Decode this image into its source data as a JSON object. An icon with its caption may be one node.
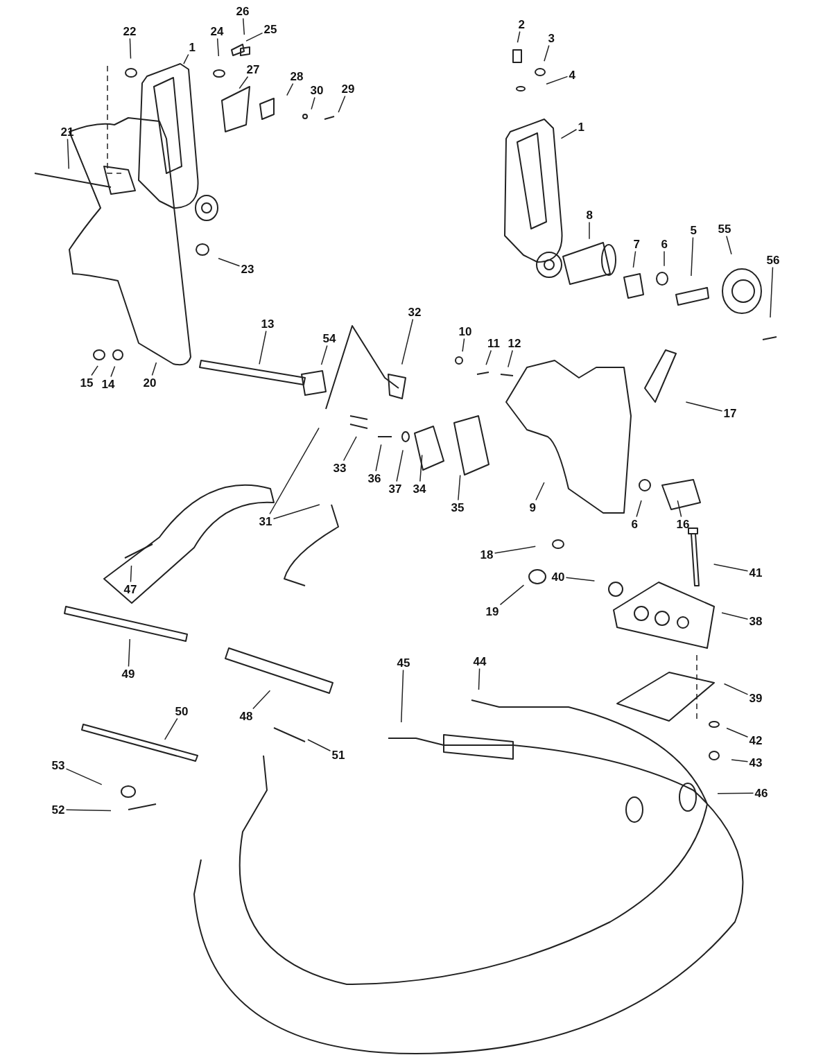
{
  "diagram": {
    "nodes": [
      {
        "text": [
          "26"
        ]
      },
      {
        "text": [
          "2"
        ]
      },
      {
        "text": [
          "22"
        ]
      },
      {
        "text": [
          "24"
        ]
      },
      {
        "text": [
          "25"
        ]
      },
      {
        "text": [
          "3"
        ]
      },
      {
        "text": [
          "1"
        ]
      },
      {
        "text": [
          "27"
        ]
      },
      {
        "text": [
          "28"
        ]
      },
      {
        "text": [
          "4"
        ]
      },
      {
        "text": [
          "30"
        ]
      },
      {
        "text": [
          "29"
        ]
      },
      {
        "text": [
          "1"
        ]
      },
      {
        "text": [
          "21"
        ]
      },
      {
        "text": [
          "8"
        ]
      },
      {
        "text": [
          "5"
        ]
      },
      {
        "text": [
          "55"
        ]
      },
      {
        "text": [
          "7"
        ]
      },
      {
        "text": [
          "6"
        ]
      },
      {
        "text": [
          "56"
        ]
      },
      {
        "text": [
          "23"
        ]
      },
      {
        "text": [
          "32"
        ]
      },
      {
        "text": [
          "13"
        ]
      },
      {
        "text": [
          "10"
        ]
      },
      {
        "text": [
          "54"
        ]
      },
      {
        "text": [
          "11"
        ]
      },
      {
        "text": [
          "12"
        ]
      },
      {
        "text": [
          "15"
        ]
      },
      {
        "text": [
          "14"
        ]
      },
      {
        "text": [
          "20"
        ]
      },
      {
        "text": [
          "17"
        ]
      },
      {
        "text": [
          "33"
        ]
      },
      {
        "text": [
          "36"
        ]
      },
      {
        "text": [
          "37"
        ]
      },
      {
        "text": [
          "34"
        ]
      },
      {
        "text": [
          "35"
        ]
      },
      {
        "text": [
          "31"
        ]
      },
      {
        "text": [
          "9"
        ]
      },
      {
        "text": [
          "6"
        ]
      },
      {
        "text": [
          "16"
        ]
      },
      {
        "text": [
          "18"
        ]
      },
      {
        "text": [
          "41"
        ]
      },
      {
        "text": [
          "47"
        ]
      },
      {
        "text": [
          "40"
        ]
      },
      {
        "text": [
          "19"
        ]
      },
      {
        "text": [
          "38"
        ]
      },
      {
        "text": [
          "44"
        ]
      },
      {
        "text": [
          "45"
        ]
      },
      {
        "text": [
          "49"
        ]
      },
      {
        "text": [
          "39"
        ]
      },
      {
        "text": [
          "50"
        ]
      },
      {
        "text": [
          "48"
        ]
      },
      {
        "text": [
          "51"
        ]
      },
      {
        "text": [
          "42"
        ]
      },
      {
        "text": [
          "43"
        ]
      },
      {
        "text": [
          "53"
        ]
      },
      {
        "text": [
          "46"
        ]
      },
      {
        "text": [
          "52"
        ]
      }
    ],
    "edges": [
      {
        "from": 0,
        "to": null,
        "arrow": "none"
      },
      {
        "from": 1,
        "to": null,
        "arrow": "none"
      },
      {
        "from": 2,
        "to": null,
        "arrow": "none"
      },
      {
        "from": 3,
        "to": null,
        "arrow": "none"
      },
      {
        "from": 4,
        "to": null,
        "arrow": "none"
      },
      {
        "from": 5,
        "to": null,
        "arrow": "none"
      },
      {
        "from": 6,
        "to": null,
        "arrow": "none"
      },
      {
        "from": 7,
        "to": null,
        "arrow": "none"
      },
      {
        "from": 8,
        "to": null,
        "arrow": "none"
      },
      {
        "from": 9,
        "to": null,
        "arrow": "none"
      },
      {
        "from": 10,
        "to": null,
        "arrow": "none"
      },
      {
        "from": 11,
        "to": null,
        "arrow": "none"
      },
      {
        "from": 12,
        "to": null,
        "arrow": "none"
      },
      {
        "from": 13,
        "to": null,
        "arrow": "none"
      },
      {
        "from": 14,
        "to": null,
        "arrow": "none"
      },
      {
        "from": 15,
        "to": null,
        "arrow": "none"
      },
      {
        "from": 16,
        "to": null,
        "arrow": "none"
      },
      {
        "from": 17,
        "to": null,
        "arrow": "none"
      },
      {
        "from": 18,
        "to": null,
        "arrow": "none"
      },
      {
        "from": 19,
        "to": null,
        "arrow": "none"
      },
      {
        "from": 20,
        "to": null,
        "arrow": "none"
      },
      {
        "from": 21,
        "to": null,
        "arrow": "none"
      },
      {
        "from": 22,
        "to": null,
        "arrow": "none"
      },
      {
        "from": 23,
        "to": null,
        "arrow": "none"
      },
      {
        "from": 24,
        "to": null,
        "arrow": "none"
      },
      {
        "from": 25,
        "to": null,
        "arrow": "none"
      },
      {
        "from": 26,
        "to": null,
        "arrow": "none"
      },
      {
        "from": 27,
        "to": null,
        "arrow": "none"
      },
      {
        "from": 28,
        "to": null,
        "arrow": "none"
      },
      {
        "from": 29,
        "to": null,
        "arrow": "none"
      },
      {
        "from": 30,
        "to": null,
        "arrow": "none"
      },
      {
        "from": 31,
        "to": null,
        "arrow": "none"
      },
      {
        "from": 32,
        "to": null,
        "arrow": "none"
      },
      {
        "from": 33,
        "to": null,
        "arrow": "none"
      },
      {
        "from": 34,
        "to": null,
        "arrow": "none"
      },
      {
        "from": 35,
        "to": null,
        "arrow": "none"
      },
      {
        "from": 36,
        "to": null,
        "arrow": "none"
      },
      {
        "from": 36,
        "to": null,
        "arrow": "none"
      },
      {
        "from": 37,
        "to": null,
        "arrow": "none"
      },
      {
        "from": 38,
        "to": null,
        "arrow": "none"
      },
      {
        "from": 39,
        "to": null,
        "arrow": "none"
      },
      {
        "from": 40,
        "to": null,
        "arrow": "none"
      },
      {
        "from": 41,
        "to": null,
        "arrow": "none"
      },
      {
        "from": 42,
        "to": null,
        "arrow": "none"
      },
      {
        "from": 43,
        "to": null,
        "arrow": "none"
      },
      {
        "from": 44,
        "to": null,
        "arrow": "none"
      },
      {
        "from": 45,
        "to": null,
        "arrow": "none"
      },
      {
        "from": 46,
        "to": null,
        "arrow": "none"
      },
      {
        "from": 47,
        "to": null,
        "arrow": "none"
      },
      {
        "from": 48,
        "to": null,
        "arrow": "none"
      },
      {
        "from": 49,
        "to": null,
        "arrow": "none"
      },
      {
        "from": 50,
        "to": null,
        "arrow": "none"
      },
      {
        "from": 51,
        "to": null,
        "arrow": "none"
      },
      {
        "from": 52,
        "to": null,
        "arrow": "none"
      },
      {
        "from": 53,
        "to": null,
        "arrow": "none"
      },
      {
        "from": 54,
        "to": null,
        "arrow": "none"
      },
      {
        "from": 55,
        "to": null,
        "arrow": "none"
      },
      {
        "from": 56,
        "to": null,
        "arrow": "none"
      },
      {
        "from": 57,
        "to": null,
        "arrow": "none"
      }
    ]
  }
}
